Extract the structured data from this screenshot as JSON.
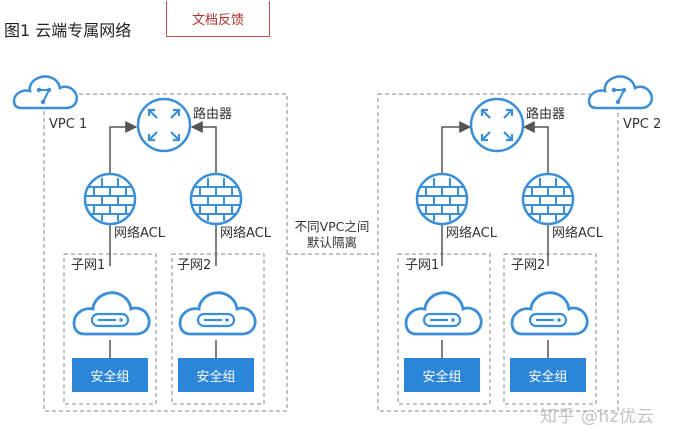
{
  "caption": "图1 云端专属网络",
  "feedback_label": "文档反馈",
  "vpcs": [
    {
      "label": "VPC 1",
      "router_label": "路由器",
      "acl_labels": [
        "网络ACL",
        "网络ACL"
      ],
      "subnets": [
        {
          "label": "子网1",
          "security_group": "安全组"
        },
        {
          "label": "子网2",
          "security_group": "安全组"
        }
      ]
    },
    {
      "label": "VPC 2",
      "router_label": "路由器",
      "acl_labels": [
        "网络ACL",
        "网络ACL"
      ],
      "subnets": [
        {
          "label": "子网1",
          "security_group": "安全组"
        },
        {
          "label": "子网2",
          "security_group": "安全组"
        }
      ]
    }
  ],
  "isolation_note": [
    "不同VPC之间",
    "默认隔离"
  ],
  "watermark": "知乎 @hz优云",
  "colors": {
    "accent": "#2b86d9",
    "icon_stroke": "#3a8fd8",
    "line": "#555555",
    "dash": "#8a8a8a"
  }
}
